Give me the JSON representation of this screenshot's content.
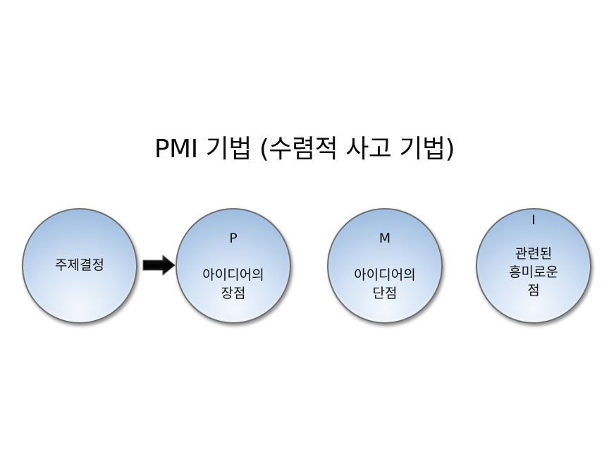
{
  "title": "PMI 기법 (수렴적 사고 기법)",
  "nodes": [
    {
      "letter": "",
      "lines": [
        "주제결정"
      ]
    },
    {
      "letter": "P",
      "lines": [
        "아이디어의",
        "장점"
      ]
    },
    {
      "letter": "M",
      "lines": [
        "아이디어의",
        "단점"
      ]
    },
    {
      "letter": "I",
      "lines": [
        "관련된",
        "흥미로운",
        "점"
      ]
    }
  ],
  "connector": {
    "from": "주제결정",
    "to": "P",
    "icon": "right-arrow-icon"
  },
  "colors": {
    "circle_fill_light": "#f4f8fd",
    "circle_fill_dark": "#93b3da",
    "circle_border": "#6e6e6e",
    "arrow": "#0b0b0b"
  }
}
